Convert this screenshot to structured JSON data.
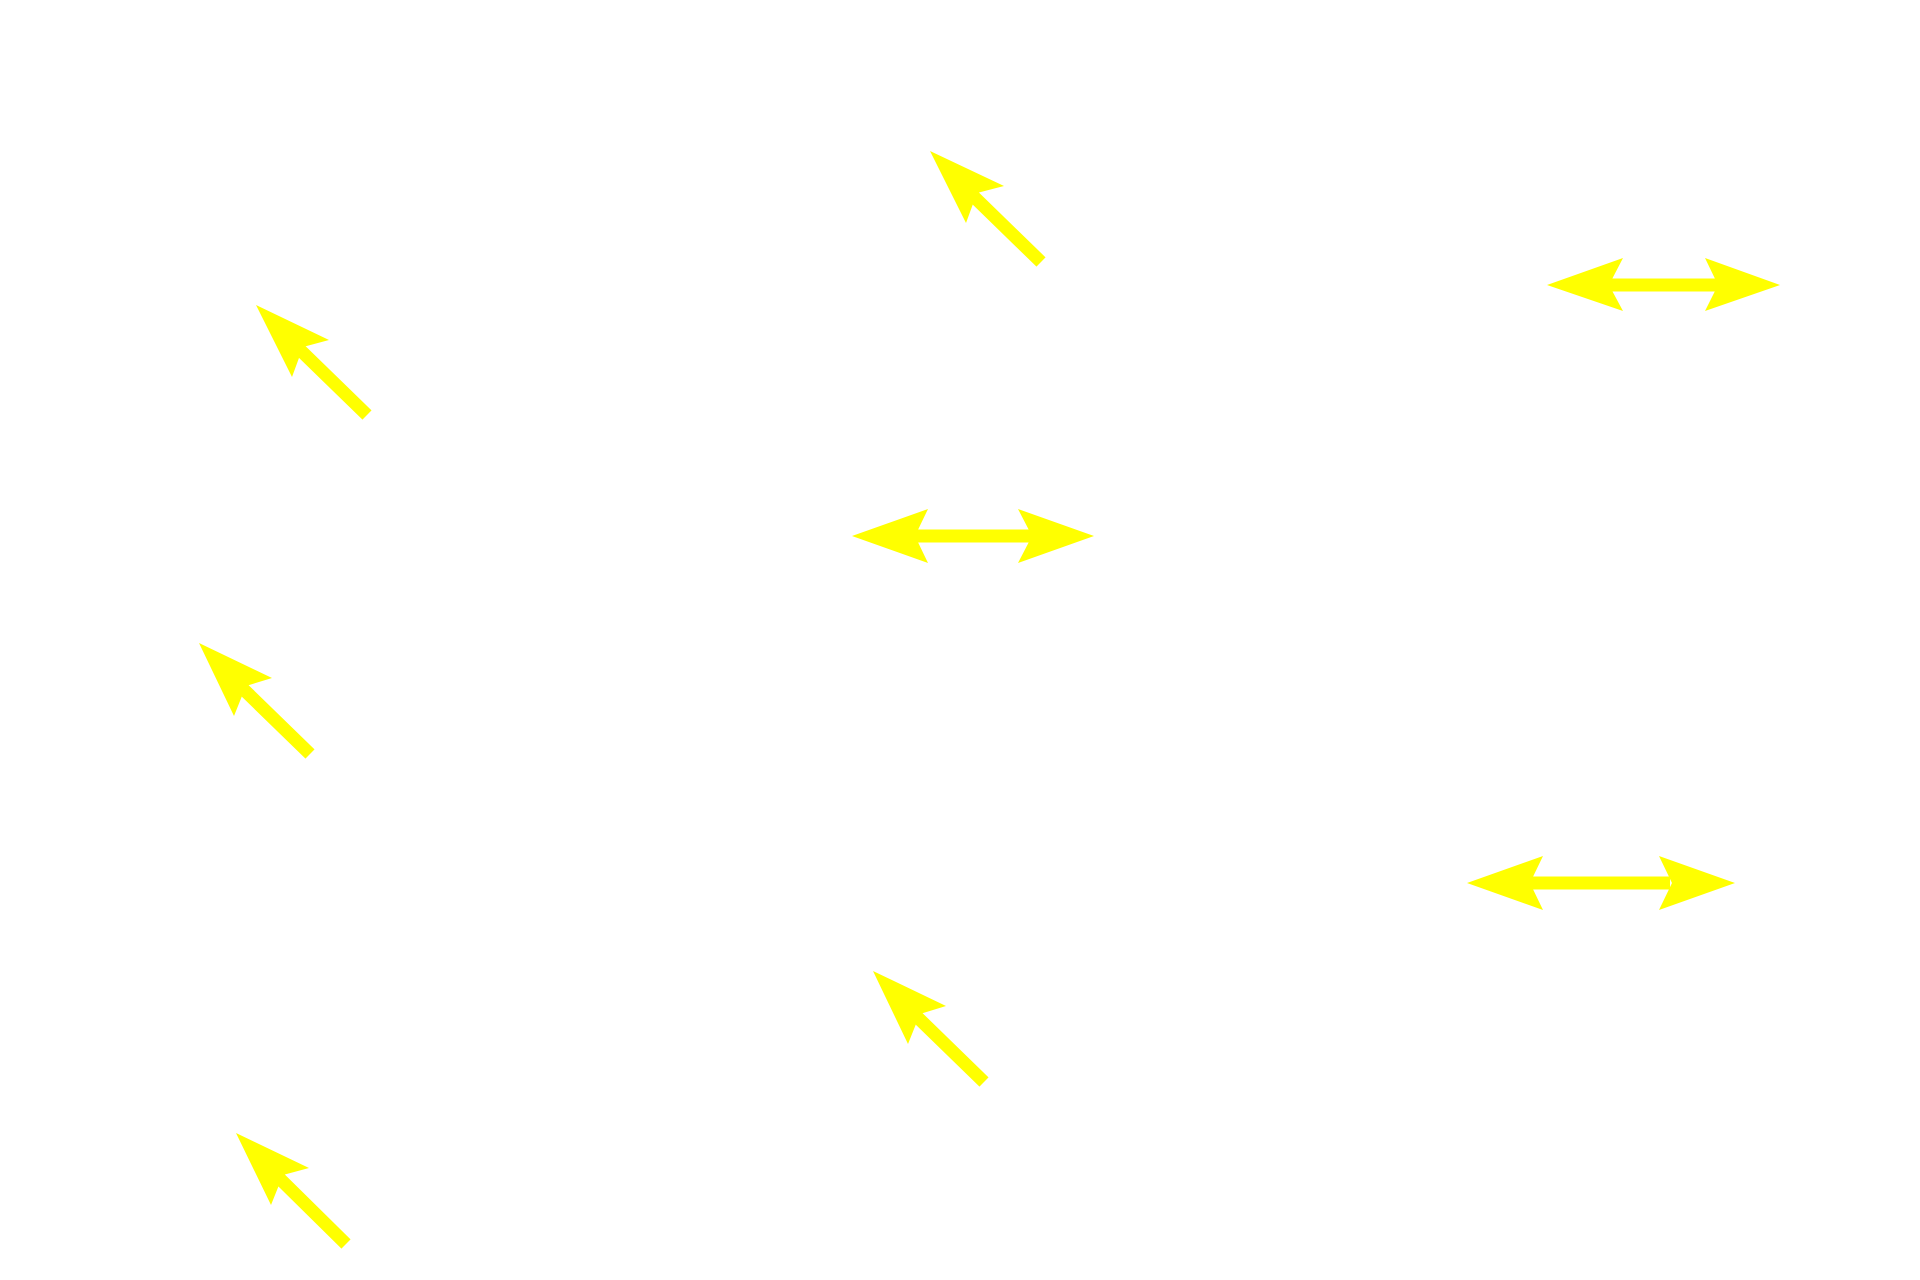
{
  "background_color": "#ffffff",
  "arrow_color": "#ffff00",
  "arrows": [
    {
      "name": "diagonal-arrow-top-center",
      "icon": "arrow-up-left-icon"
    },
    {
      "name": "double-arrow-top-right",
      "icon": "double-horizontal-arrow-icon"
    },
    {
      "name": "diagonal-arrow-upper-left",
      "icon": "arrow-up-left-icon"
    },
    {
      "name": "double-arrow-center",
      "icon": "double-horizontal-arrow-icon"
    },
    {
      "name": "diagonal-arrow-middle-left",
      "icon": "arrow-up-left-icon"
    },
    {
      "name": "double-arrow-lower-right",
      "icon": "double-horizontal-arrow-icon"
    },
    {
      "name": "diagonal-arrow-lower-center",
      "icon": "arrow-up-left-icon"
    },
    {
      "name": "diagonal-arrow-bottom-left",
      "icon": "arrow-up-left-icon"
    }
  ]
}
